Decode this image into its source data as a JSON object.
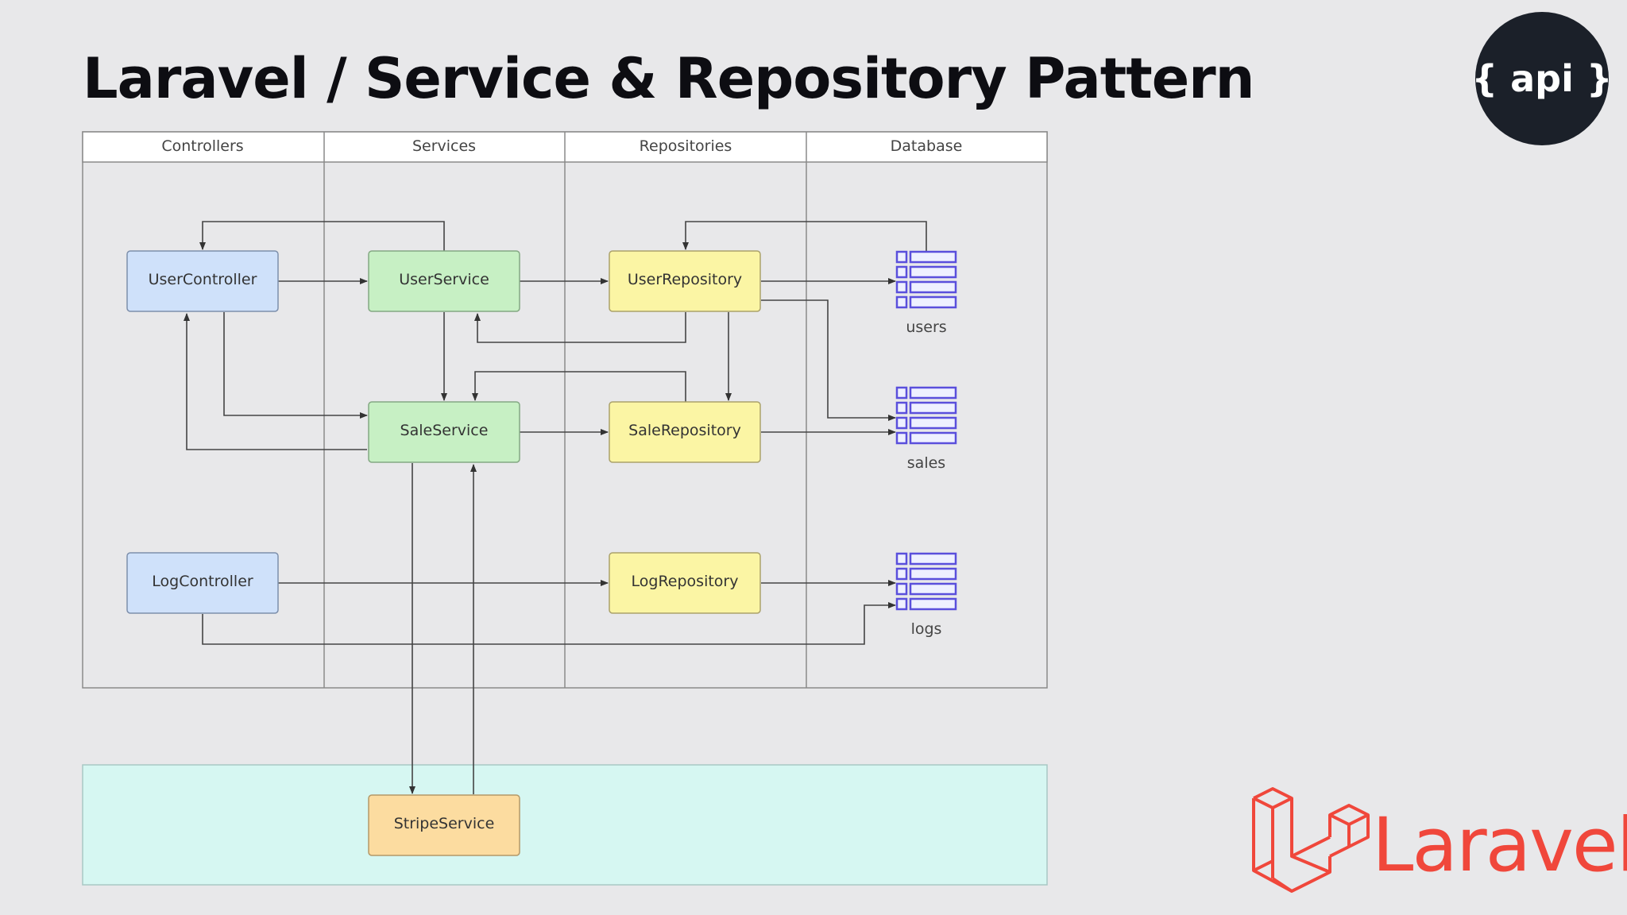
{
  "header": {
    "title": "Laravel / Service & Repository Pattern",
    "badge_label": "{ api }",
    "badge_icon": "api-badge-icon"
  },
  "diagram": {
    "lanes": [
      "Controllers",
      "Services",
      "Repositories",
      "Database"
    ],
    "nodes": {
      "user_controller": "UserController",
      "log_controller": "LogController",
      "user_service": "UserService",
      "sale_service": "SaleService",
      "user_repository": "UserRepository",
      "sale_repository": "SaleRepository",
      "log_repository": "LogRepository",
      "stripe_service": "StripeService"
    },
    "tables": {
      "users": "users",
      "sales": "sales",
      "logs": "logs"
    },
    "colors": {
      "controller": "#cfe1fa",
      "service": "#c7f0c4",
      "repository": "#fbf5a4",
      "external": "#fcdca0",
      "external_zone": "#d6f7f2",
      "table_icon": "#5a4fdc"
    }
  },
  "brand": {
    "name": "Laravel",
    "logo_icon": "laravel-logo-icon",
    "color": "#f0473b"
  }
}
